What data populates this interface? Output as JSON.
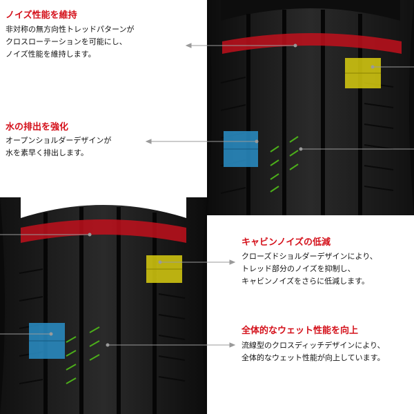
{
  "features": [
    {
      "title": "ノイズ性能を維持",
      "lines": [
        "非対称の無方向性トレッドパターンが",
        "クロスローテーションを可能にし、",
        "ノイズ性能を維持します。"
      ]
    },
    {
      "title": "水の排出を強化",
      "lines": [
        "オープンショルダーデザインが",
        "水を素早く排出します。"
      ]
    },
    {
      "title": "キャビンノイズの低減",
      "lines": [
        "クローズドショルダーデザインにより、",
        "トレッド部分のノイズを抑制し、",
        "キャビンノイズをさらに低減します。"
      ]
    },
    {
      "title": "全体的なウェット性能を向上",
      "lines": [
        "流線型のクロスディッチデザインにより、",
        "全体的なウェット性能が向上しています。"
      ]
    }
  ],
  "colors": {
    "title": "#d4101a",
    "noise_band": "#c0101c",
    "shoulder_open": "#2a8fc8",
    "shoulder_closed": "#d8cc10",
    "groove": "#4caf1a",
    "rubber": "#1e1e1e"
  }
}
